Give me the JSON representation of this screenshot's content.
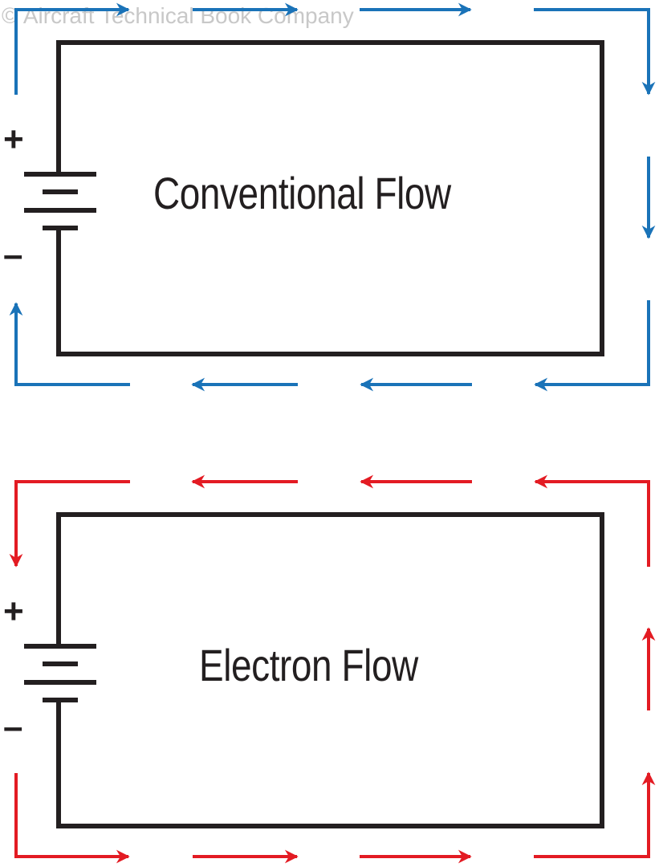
{
  "watermark": "© Aircraft Technical Book Company",
  "colors": {
    "wire": "#231f20",
    "conventional_arrow": "#1a73b8",
    "electron_arrow": "#e31b23"
  },
  "circuits": [
    {
      "title": "Conventional Flow",
      "plus": "+",
      "minus": "–",
      "arrow_color": "conventional_arrow",
      "direction": "clockwise"
    },
    {
      "title": "Electron Flow",
      "plus": "+",
      "minus": "–",
      "arrow_color": "electron_arrow",
      "direction": "counterclockwise"
    }
  ]
}
